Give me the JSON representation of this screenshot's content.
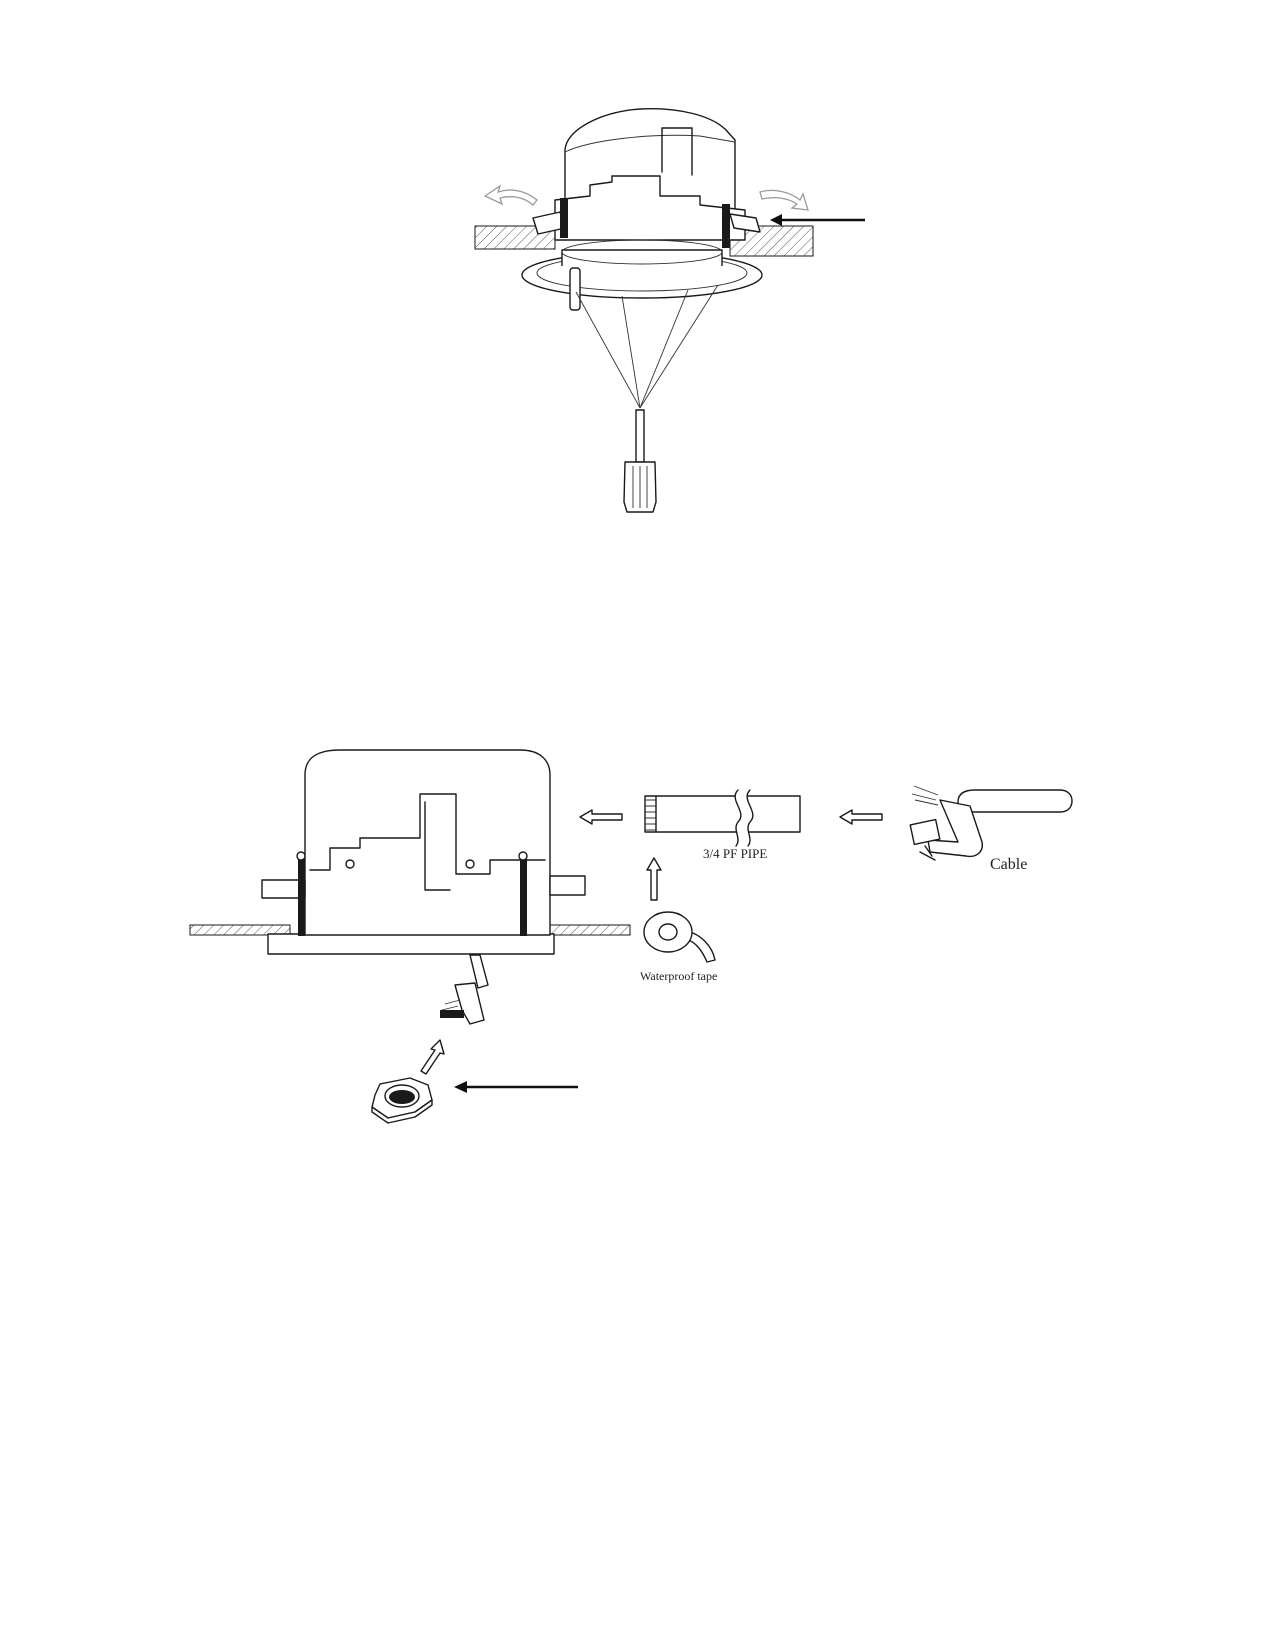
{
  "labels": {
    "pipe": "3/4 PF PIPE",
    "cable": "Cable",
    "tape": "Waterproof tape"
  }
}
